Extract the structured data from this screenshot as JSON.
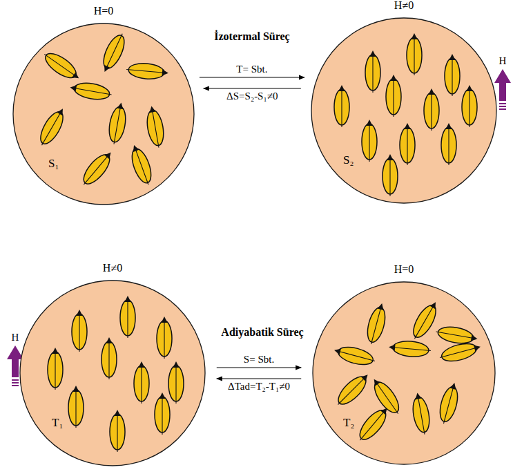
{
  "diagram": {
    "nodes": [
      {
        "text": [
          "H=0",
          "S₁"
        ]
      },
      {
        "text": [
          "H≠0",
          "S₂"
        ]
      },
      {
        "text": [
          "H≠0",
          "T₁"
        ]
      },
      {
        "text": [
          "H=0",
          "T₂"
        ]
      }
    ],
    "edges": [
      {
        "from": 0,
        "to": 1,
        "arrow": "to",
        "label": "T= Sbt."
      },
      {
        "from": 1,
        "to": 0,
        "arrow": "to",
        "label": "ΔS=S₂-S₁≠0"
      },
      {
        "from": 2,
        "to": 3,
        "arrow": "to",
        "label": "S= Sbt."
      },
      {
        "from": 3,
        "to": 2,
        "arrow": "to",
        "label": "ΔTad=T₂-T₁≠0"
      }
    ],
    "labels": [
      "İzotermal Süreç",
      "H",
      "Adiyabatik Süreç",
      "H"
    ]
  }
}
